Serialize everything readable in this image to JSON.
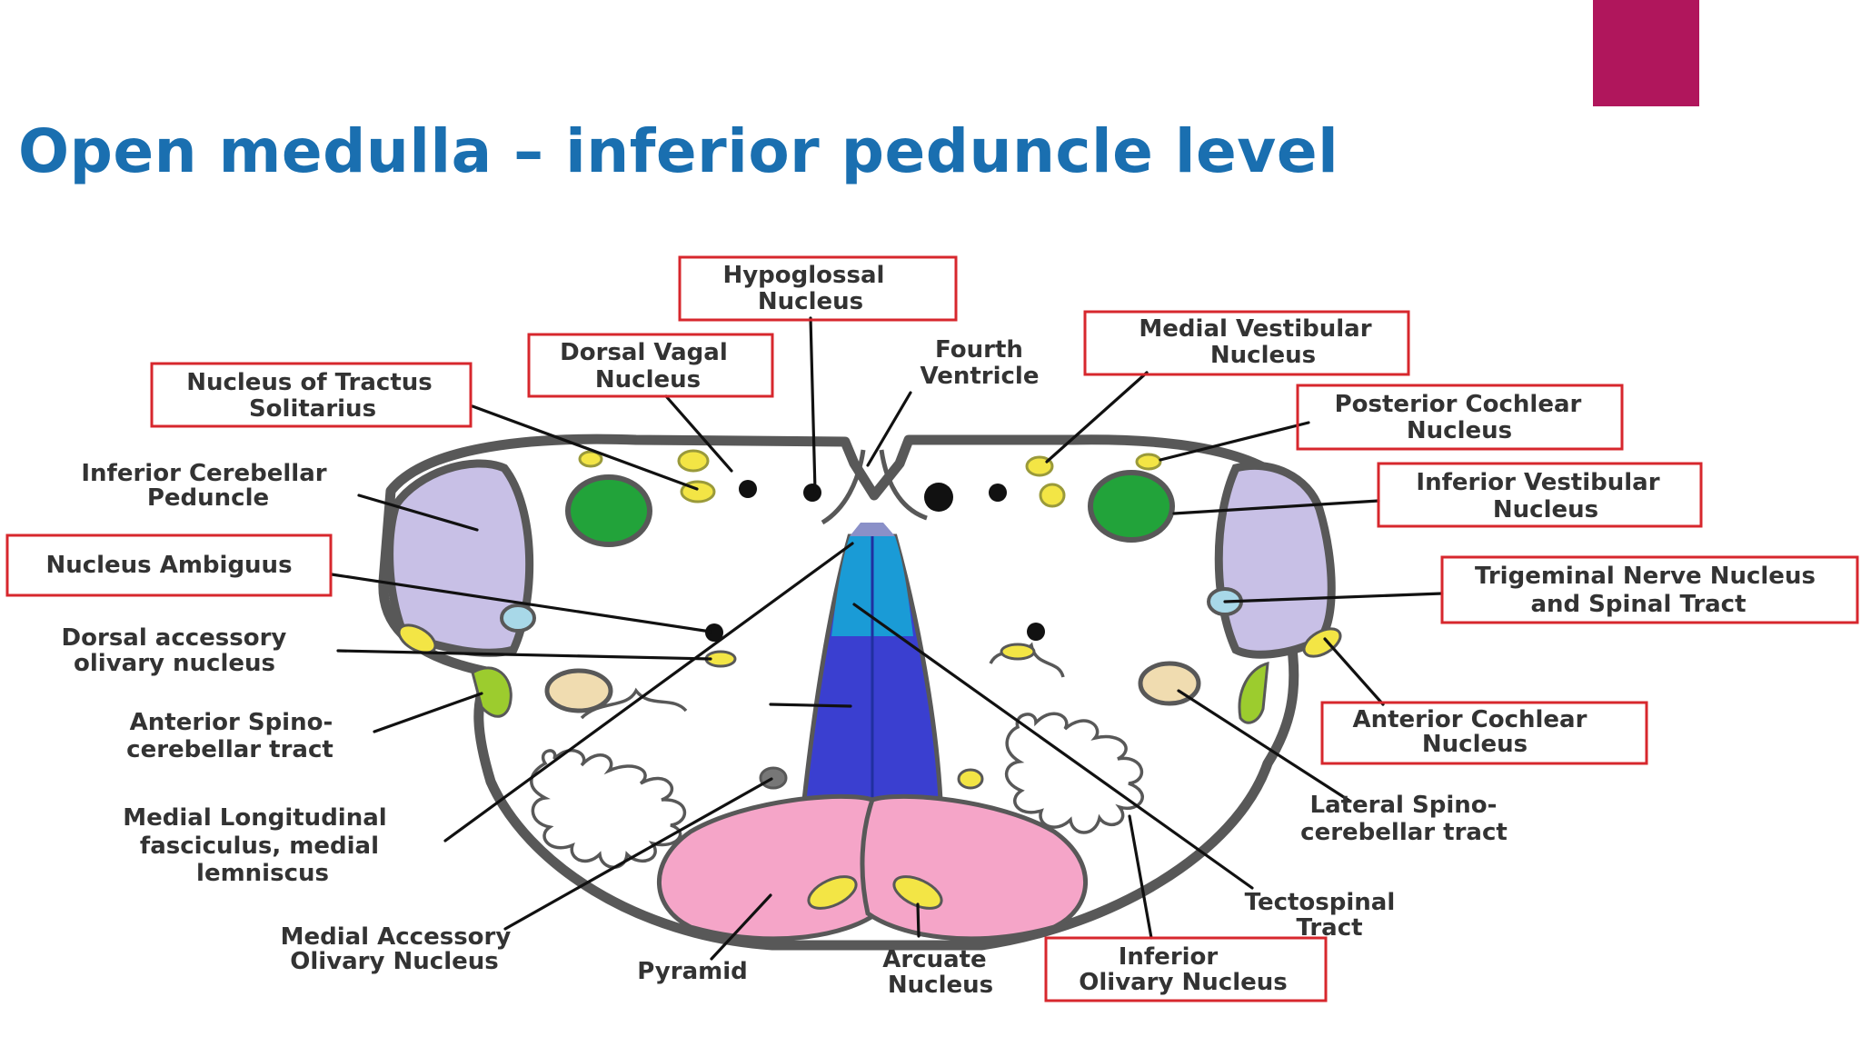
{
  "slide": {
    "title": "Open medulla – inferior peduncle level",
    "accent_color": "#b0165c",
    "title_color": "#1a6fb0"
  },
  "labels": {
    "hypoglossal_nucleus": [
      "Hypoglossal",
      "Nucleus"
    ],
    "dorsal_vagal_nucleus": [
      "Dorsal Vagal",
      "Nucleus"
    ],
    "fourth_ventricle": [
      "Fourth",
      "Ventricle"
    ],
    "medial_vestibular_nucleus": [
      "Medial Vestibular",
      "Nucleus"
    ],
    "nucleus_tractus_solitarius": [
      "Nucleus of Tractus",
      "Solitarius"
    ],
    "posterior_cochlear_nucleus": [
      "Posterior Cochlear",
      "Nucleus"
    ],
    "inferior_cerebellar_peduncle": [
      "Inferior Cerebellar",
      "Peduncle"
    ],
    "inferior_vestibular_nucleus": [
      "Inferior Vestibular",
      "Nucleus"
    ],
    "nucleus_ambiguus": [
      "Nucleus Ambiguus"
    ],
    "trigeminal_nerve_nucleus": [
      "Trigeminal Nerve Nucleus",
      "and Spinal Tract"
    ],
    "dorsal_accessory_olivary": [
      "Dorsal accessory",
      "olivary nucleus"
    ],
    "anterior_spinocerebellar": [
      "Anterior Spino-",
      "cerebellar tract"
    ],
    "anterior_cochlear_nucleus": [
      "Anterior Cochlear",
      "Nucleus"
    ],
    "medial_longitudinal_fasciculus": [
      "Medial Longitudinal",
      "fasciculus, medial",
      "lemniscus"
    ],
    "lateral_spinocerebellar": [
      "Lateral Spino-",
      "cerebellar tract"
    ],
    "tectospinal_tract": [
      "Tectospinal",
      "Tract"
    ],
    "medial_accessory_olivary": [
      "Medial Accessory",
      "Olivary Nucleus"
    ],
    "pyramid": [
      "Pyramid"
    ],
    "arcuate_nucleus": [
      "Arcuate",
      "Nucleus"
    ],
    "inferior_olivary_nucleus": [
      "Inferior",
      "Olivary Nucleus"
    ]
  },
  "colors": {
    "label_box": "#d7272d",
    "outline": "#585858",
    "peduncle": "#c8c0e6",
    "vestibular": "#22a33a",
    "yellow_nuclei": "#f3e545",
    "pyramid": "#f5a5c8",
    "lemniscus": "#3a3fd0",
    "mlf": "#1a9bd6",
    "trigeminal": "#a8d8e8",
    "spinocerebellar": "#9ccc2e",
    "tan": "#f0dcb0"
  }
}
